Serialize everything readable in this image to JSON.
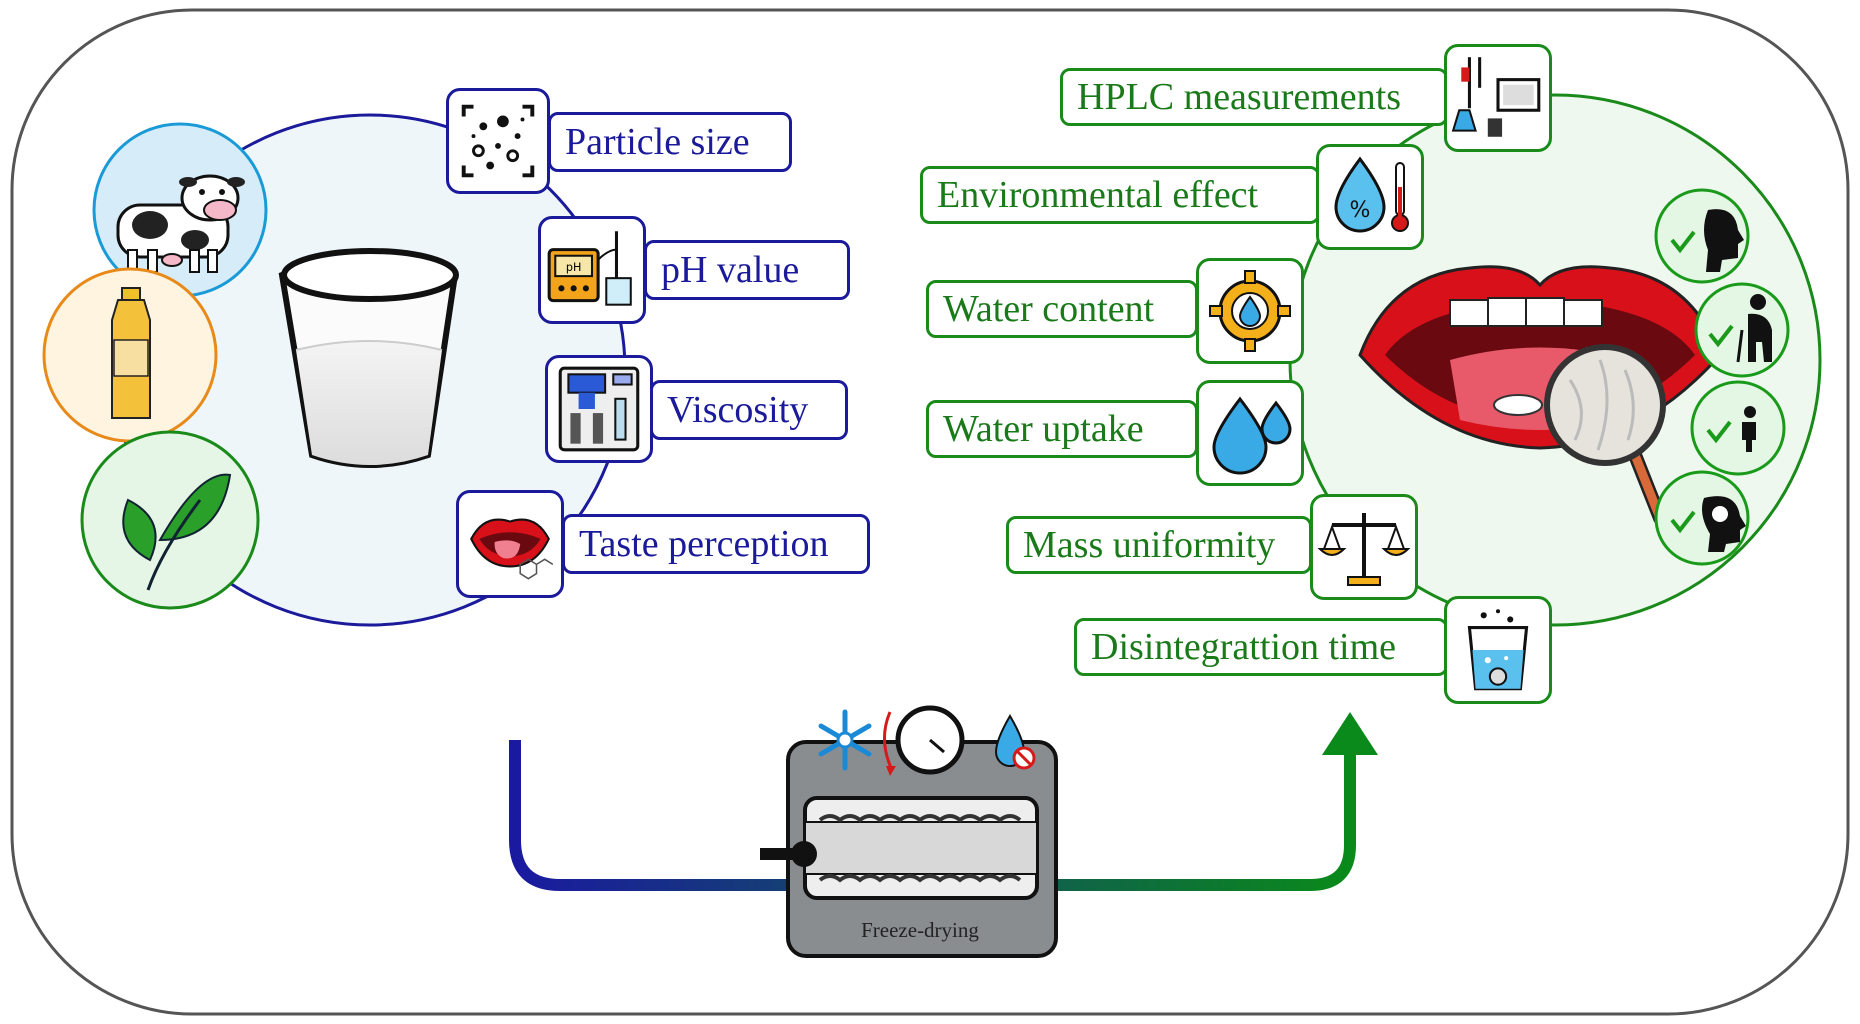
{
  "left_panel": {
    "labels": [
      {
        "id": "particle-size",
        "text": "Particle size"
      },
      {
        "id": "ph-value",
        "text": "pH value"
      },
      {
        "id": "viscosity",
        "text": "Viscosity"
      },
      {
        "id": "taste-perception",
        "text": "Taste perception"
      }
    ],
    "sources": [
      "cow-icon",
      "oil-bottle-icon",
      "leaf-icon"
    ]
  },
  "right_panel": {
    "labels": [
      {
        "id": "hplc",
        "text": "HPLC measurements"
      },
      {
        "id": "environmental-effect",
        "text": "Environmental effect"
      },
      {
        "id": "water-content",
        "text": "Water content"
      },
      {
        "id": "water-uptake",
        "text": "Water uptake"
      },
      {
        "id": "mass-uniformity",
        "text": "Mass uniformity"
      },
      {
        "id": "disintegration-time",
        "text": "Disintegrattion time"
      }
    ],
    "checks": [
      "throat-icon",
      "elderly-person-icon",
      "child-icon",
      "head-brain-icon"
    ]
  },
  "process": {
    "label": "Freeze-drying"
  },
  "colors": {
    "blue": "#1a1a9a",
    "green": "#1a8a1a",
    "left_bg": "#eef6fa",
    "right_bg": "#eef8ee",
    "machine": "#8a8d90"
  }
}
